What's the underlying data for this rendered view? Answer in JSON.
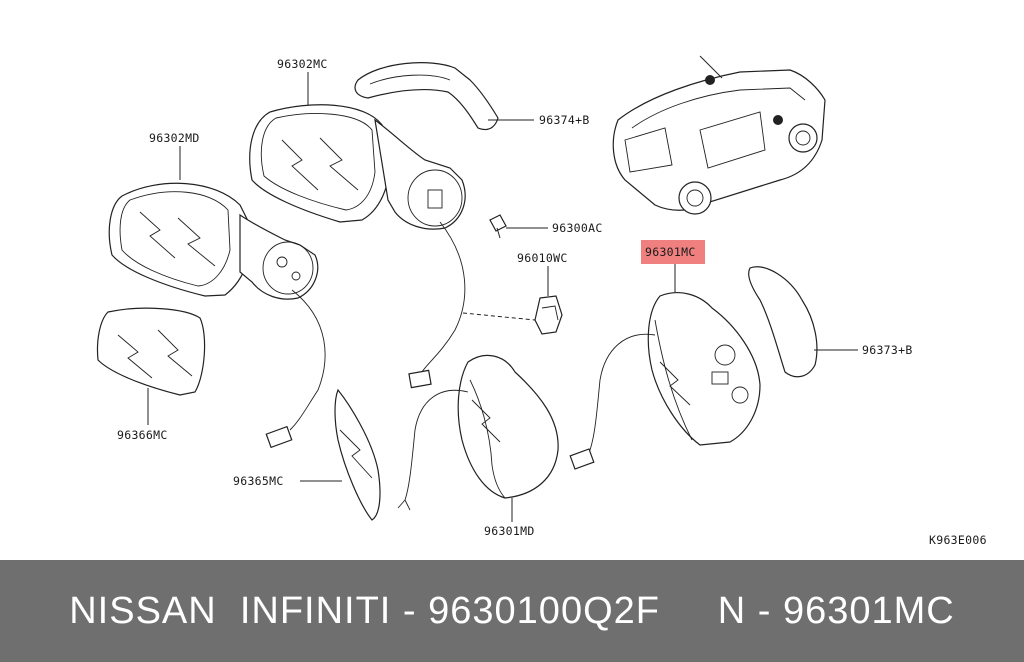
{
  "labels": {
    "p96302MC": "96302MC",
    "p96302MD": "96302MD",
    "p96374B": "96374+B",
    "p96300AC": "96300AC",
    "p96010WC": "96010WC",
    "p96301MC": "96301MC",
    "p96373B": "96373+B",
    "p96366MC": "96366MC",
    "p96365MC": "96365MC",
    "p96301MD": "96301MD",
    "code": "K963E006"
  },
  "colors": {
    "highlight": "#f08080",
    "footer_bg": "#6f6f6f"
  },
  "footer": {
    "text": "NISSAN  INFINITI - 9630100Q2F     N - 96301MC"
  }
}
